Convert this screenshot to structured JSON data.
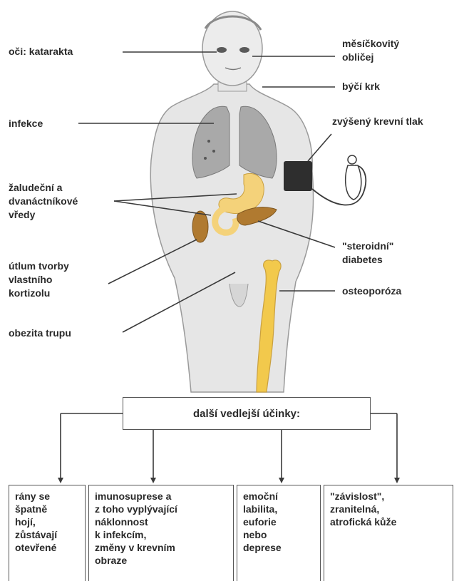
{
  "labels": {
    "eyes": "oči:  katarakta",
    "moon_face": "měsíčkovitý\nobličej",
    "buffalo_neck": "býčí krk",
    "infection": "infekce",
    "blood_pressure": "zvýšený krevní tlak",
    "ulcers": "žaludeční a\ndvanáctníkové\nvředy",
    "steroid_diabetes": "\"steroidní\"\ndiabetes",
    "cortisol": "útlum  tvorby\nvlastního\nkortizolu",
    "osteoporosis": "osteoporóza",
    "obesity": "obezita trupu"
  },
  "side_effects_title": "další vedlejší účinky:",
  "side_effects": [
    "rány se\nšpatně\nhojí,\nzůstávají\notevřené",
    "imunosuprese a\nz toho vyplývající\nnáklonnost\nk infekcím,\nzměny v  krevním\nobraze",
    "emoční\nlabilita,\neuforie\nnebo\ndeprese",
    "\"závislost\",\nzranitelná,\natrofická kůže"
  ],
  "colors": {
    "body": "#e6e6e6",
    "lungs": "#a9a9a9",
    "bone": "#f2c94c",
    "stomach": "#f4d27a",
    "organs": "#b07a30",
    "cuff": "#2e2e2e",
    "line": "#3a3a3a"
  }
}
